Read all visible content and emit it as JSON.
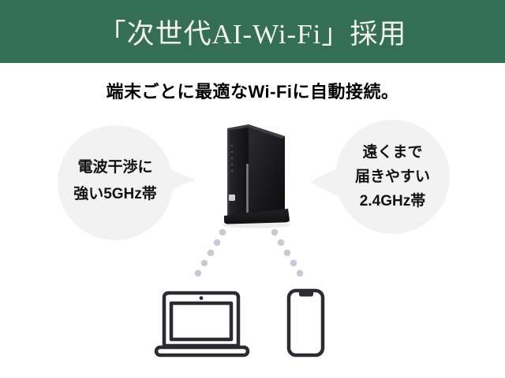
{
  "header": {
    "title": "「次世代AI-Wi-Fi」採用",
    "bg_color": "#346e53",
    "text_color": "#f4f3ec"
  },
  "subtitle": "端末ごとに最適なWi-Fiに自動接続。",
  "bubbles": {
    "left": {
      "lines": [
        "電波干渉に",
        "強い5GHz帯"
      ],
      "band": "5GHz",
      "points_to": "router"
    },
    "right": {
      "lines": [
        "遠くまで",
        "届きやすい",
        "2.4GHz帯"
      ],
      "band": "2.4GHz",
      "points_to": "router"
    }
  },
  "icons": {
    "router": "wifi-router-photo",
    "laptop": "laptop-icon",
    "phone": "smartphone-icon",
    "connection": "dotted-signal-lines"
  },
  "colors": {
    "header_green": "#346e53",
    "bubble_gray": "#f2f2f2",
    "dot_lavender": "#c9c9d5",
    "device_outline": "#2b2b31",
    "body_text": "#000000"
  }
}
